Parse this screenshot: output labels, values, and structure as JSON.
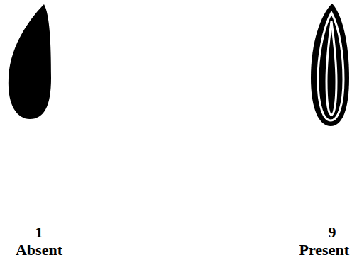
{
  "diagram": {
    "labels": [
      "1",
      "Absent",
      "9",
      "Present"
    ]
  }
}
